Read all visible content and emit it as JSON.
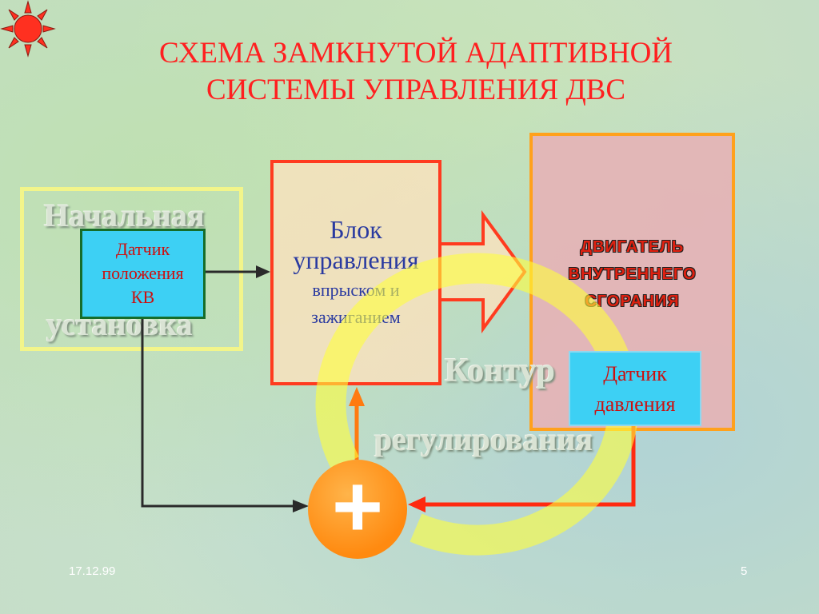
{
  "title": {
    "line1": "СХЕМА ЗАМКНУТОЙ АДАПТИВНОЙ",
    "line2": "СИСТЕМЫ УПРАВЛЕНИЯ ДВС"
  },
  "ghost_labels": {
    "start_line1": "Начальная",
    "start_line2": "установка",
    "contour_line1": "Контур",
    "contour_line2": "регулирования"
  },
  "sensor_kv": {
    "line1": "Датчик",
    "line2": "положения",
    "line3": "КВ"
  },
  "control_block": {
    "line1": "Блок",
    "line2": "управления",
    "line3": "впрыском и",
    "line4": "зажиганием"
  },
  "engine": {
    "line1": "ДВИГАТЕЛЬ",
    "line2": "ВНУТРЕННЕГО",
    "line3": "СГОРАНИЯ"
  },
  "sensor_pressure": {
    "line1": "Датчик",
    "line2": "давления"
  },
  "summator": {
    "symbol": "+"
  },
  "footer": {
    "date": "17.12.99",
    "page": "5"
  },
  "colors": {
    "title": "#ff2020",
    "sensor_fill": "#3dd0f4",
    "control_border": "#ff3b1f",
    "engine_border": "#ffa11c",
    "engine_fill": "#e4b4b6",
    "loop_yellow": "#ffff3c",
    "summator": "#ff8a10"
  }
}
